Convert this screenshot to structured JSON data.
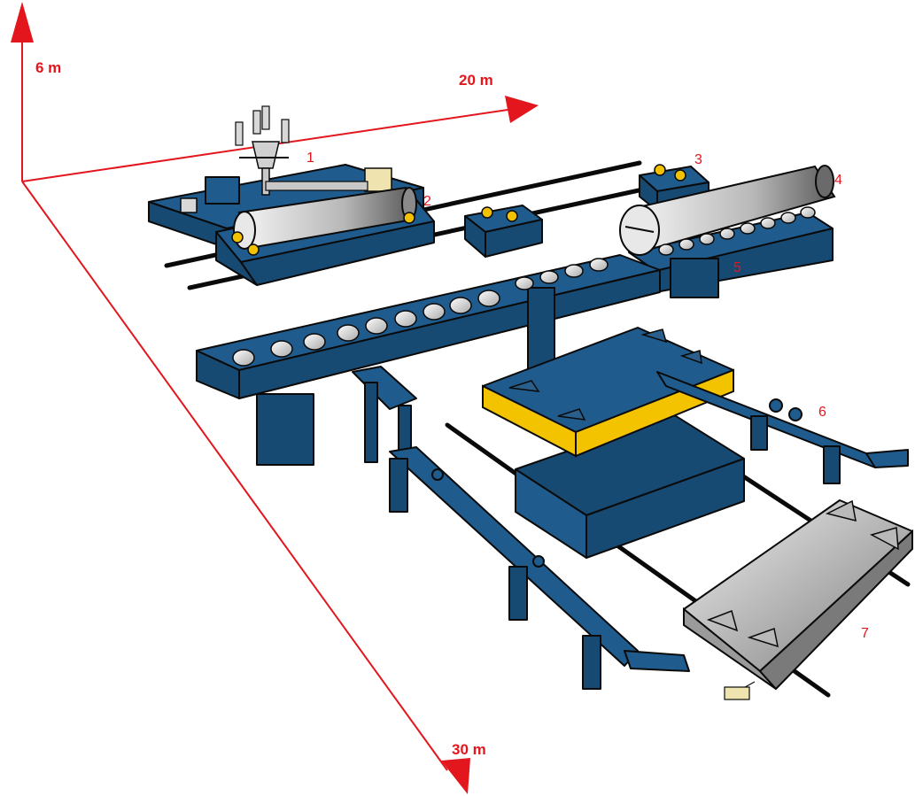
{
  "axes": {
    "vertical_label": "6 m",
    "horizontal_label": "20 m",
    "depth_label": "30 m",
    "color": "#e3161d"
  },
  "station_numbers": [
    "1",
    "2",
    "3",
    "4",
    "5",
    "6",
    "7"
  ],
  "colors": {
    "equipment": "#1f5b8c",
    "outline": "#0a0a0a",
    "table_edge": "#f4c300",
    "pipe": "#c8c8c8",
    "number": "#e3161d"
  }
}
